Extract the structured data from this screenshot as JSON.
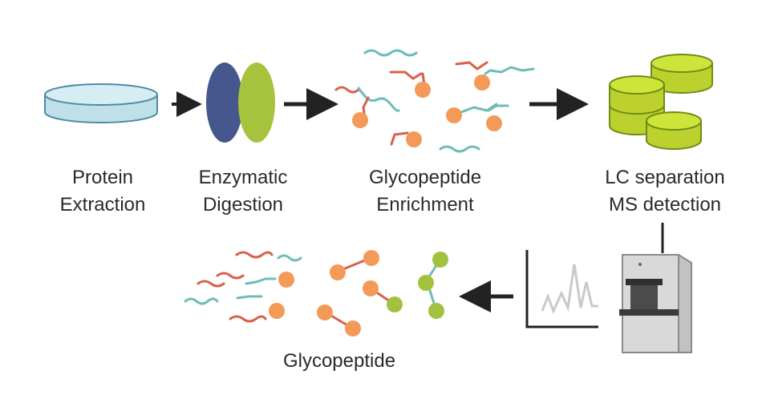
{
  "steps": {
    "protein_extraction": {
      "line1": "Protein",
      "line2": "Extraction"
    },
    "enzymatic_digestion": {
      "line1": "Enzymatic",
      "line2": "Digestion"
    },
    "glycopeptide_enrichment": {
      "line1": "Glycopeptide",
      "line2": "Enrichment"
    },
    "lc_ms": {
      "line1": "LC separation",
      "line2": "MS detection"
    }
  },
  "result": {
    "label": "Glycopeptide"
  },
  "colors": {
    "dish_fill": "#cfe9ef",
    "dish_stroke": "#4d8aa5",
    "enzyme_blue": "#44578e",
    "enzyme_green": "#a7c23c",
    "peptide_teal": "#6cbcb8",
    "peptide_red": "#d8604a",
    "glycan_orange": "#f49a58",
    "glycan_green": "#a2c23e",
    "column_fill": "#cde43b",
    "column_stroke": "#6f8c15",
    "arrow": "#222222",
    "instrument": "#d6d6d6"
  }
}
